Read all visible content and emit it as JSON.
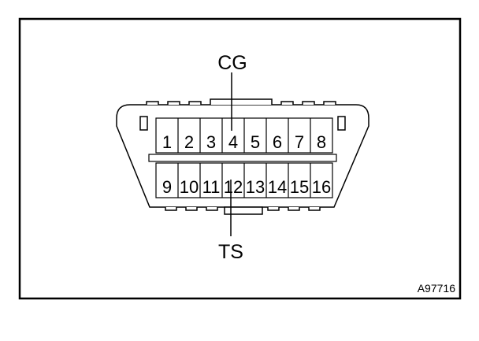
{
  "diagram": {
    "labels": {
      "top": "CG",
      "bottom": "TS"
    },
    "pins_top_row": [
      "1",
      "2",
      "3",
      "4",
      "5",
      "6",
      "7",
      "8"
    ],
    "pins_bottom_row": [
      "9",
      "10",
      "11",
      "12",
      "13",
      "14",
      "15",
      "16"
    ],
    "figure_code": "A97716"
  }
}
